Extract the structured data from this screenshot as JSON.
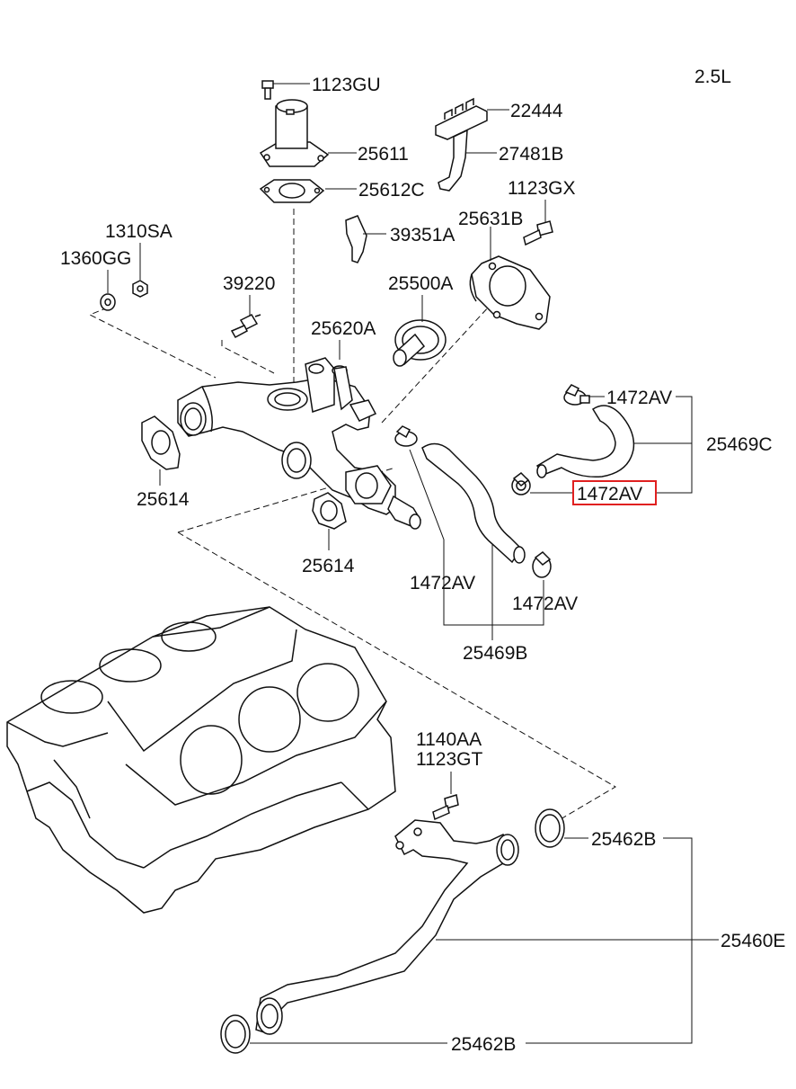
{
  "engine_label": "2.5L",
  "highlight_color": "#e02020",
  "labels": {
    "p1123GU": "1123GU",
    "p22444": "22444",
    "p25611": "25611",
    "p27481B": "27481B",
    "p25612C": "25612C",
    "p1123GX": "1123GX",
    "p1310SA": "1310SA",
    "p39351A": "39351A",
    "p25631B": "25631B",
    "p1360GG": "1360GG",
    "p39220": "39220",
    "p25500A": "25500A",
    "p25620A": "25620A",
    "p1472AV_a": "1472AV",
    "p25469C": "25469C",
    "p25614_a": "25614",
    "p1472AV_b": "1472AV",
    "p25614_b": "25614",
    "p1472AV_c": "1472AV",
    "p1472AV_d": "1472AV",
    "p25469B": "25469B",
    "p1140AA": "1140AA",
    "p1123GT": "1123GT",
    "p25462B_a": "25462B",
    "p25460E": "25460E",
    "p25462B_b": "25462B"
  }
}
